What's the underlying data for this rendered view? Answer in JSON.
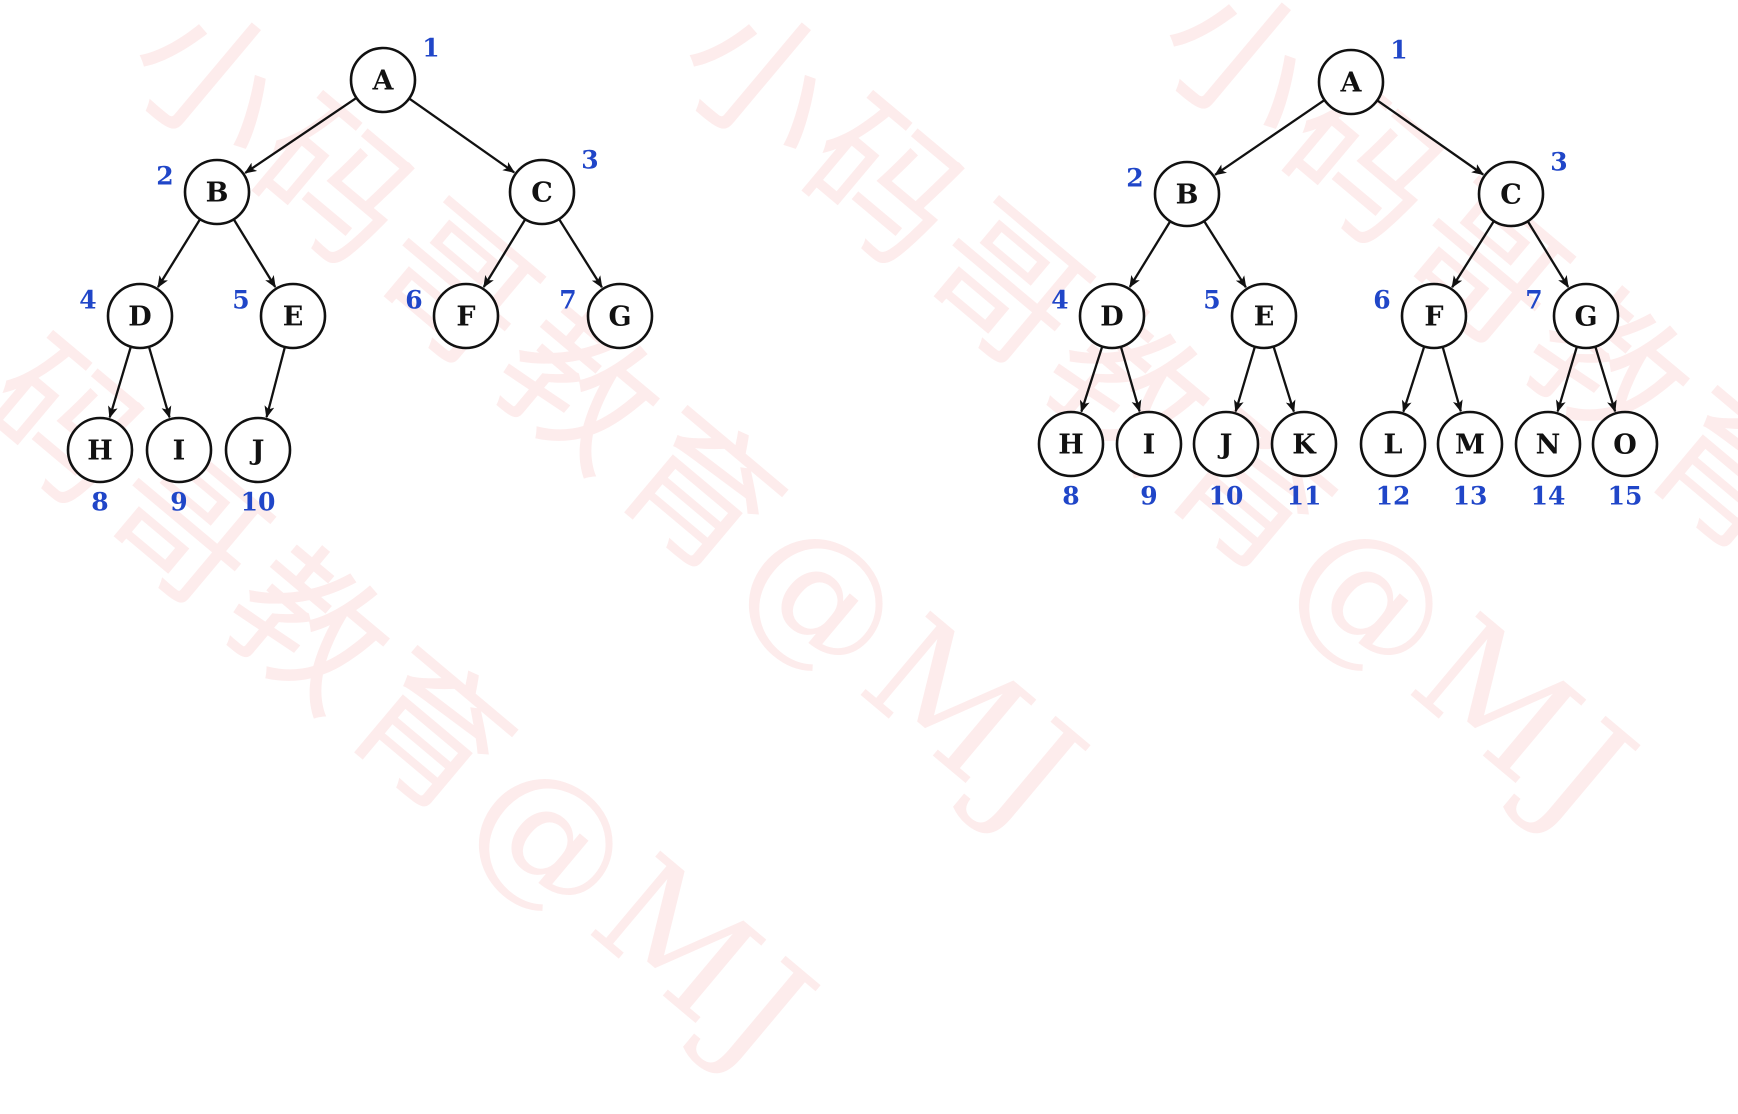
{
  "watermark": {
    "text": "小码哥教育@MJ",
    "color": "#e82828"
  },
  "colors": {
    "node_stroke": "#111111",
    "index_label": "#2046c8"
  },
  "trees": [
    {
      "name": "complete-binary-tree",
      "nodes": [
        {
          "label": "A",
          "index": "1"
        },
        {
          "label": "B",
          "index": "2"
        },
        {
          "label": "C",
          "index": "3"
        },
        {
          "label": "D",
          "index": "4"
        },
        {
          "label": "E",
          "index": "5"
        },
        {
          "label": "F",
          "index": "6"
        },
        {
          "label": "G",
          "index": "7"
        },
        {
          "label": "H",
          "index": "8"
        },
        {
          "label": "I",
          "index": "9"
        },
        {
          "label": "J",
          "index": "10"
        }
      ],
      "edges": [
        [
          "A",
          "B"
        ],
        [
          "A",
          "C"
        ],
        [
          "B",
          "D"
        ],
        [
          "B",
          "E"
        ],
        [
          "C",
          "F"
        ],
        [
          "C",
          "G"
        ],
        [
          "D",
          "H"
        ],
        [
          "D",
          "I"
        ],
        [
          "E",
          "J"
        ]
      ]
    },
    {
      "name": "full-binary-tree",
      "nodes": [
        {
          "label": "A",
          "index": "1"
        },
        {
          "label": "B",
          "index": "2"
        },
        {
          "label": "C",
          "index": "3"
        },
        {
          "label": "D",
          "index": "4"
        },
        {
          "label": "E",
          "index": "5"
        },
        {
          "label": "F",
          "index": "6"
        },
        {
          "label": "G",
          "index": "7"
        },
        {
          "label": "H",
          "index": "8"
        },
        {
          "label": "I",
          "index": "9"
        },
        {
          "label": "J",
          "index": "10"
        },
        {
          "label": "K",
          "index": "11"
        },
        {
          "label": "L",
          "index": "12"
        },
        {
          "label": "M",
          "index": "13"
        },
        {
          "label": "N",
          "index": "14"
        },
        {
          "label": "O",
          "index": "15"
        }
      ],
      "edges": [
        [
          "A",
          "B"
        ],
        [
          "A",
          "C"
        ],
        [
          "B",
          "D"
        ],
        [
          "B",
          "E"
        ],
        [
          "C",
          "F"
        ],
        [
          "C",
          "G"
        ],
        [
          "D",
          "H"
        ],
        [
          "D",
          "I"
        ],
        [
          "E",
          "J"
        ],
        [
          "E",
          "K"
        ],
        [
          "F",
          "L"
        ],
        [
          "F",
          "M"
        ],
        [
          "G",
          "N"
        ],
        [
          "G",
          "O"
        ]
      ]
    }
  ]
}
